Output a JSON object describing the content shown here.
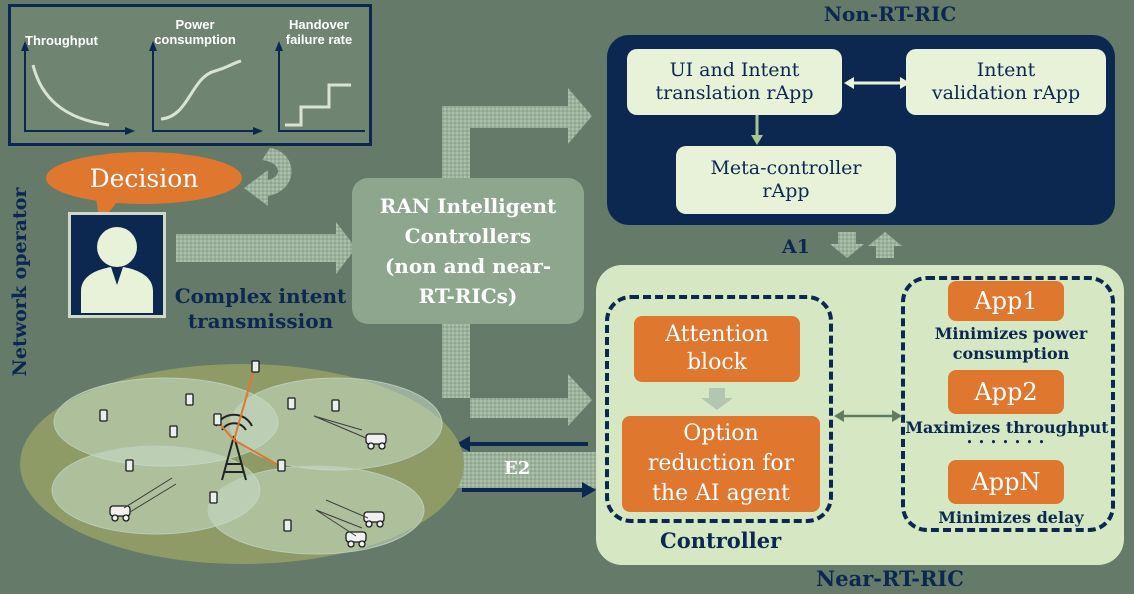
{
  "kpi_panel": {
    "throughput_label": "Throughput",
    "power_label_line1": "Power",
    "power_label_line2": "consumption",
    "handover_label_line1": "Handover",
    "handover_label_line2": "failure rate"
  },
  "operator": {
    "side_label": "Network operator",
    "decision_label": "Decision",
    "intent_line1": "Complex intent",
    "intent_line2": "transmission"
  },
  "ric_box": {
    "line1": "RAN Intelligent",
    "line2": "Controllers",
    "line3": "(non and near-",
    "line4": "RT-RICs)"
  },
  "non_rt_ric": {
    "title": "Non-RT-RIC",
    "ui_intent_line1": "UI and Intent",
    "ui_intent_line2": "translation rApp",
    "validation_line1": "Intent",
    "validation_line2": "validation rApp",
    "meta_line1": "Meta-controller",
    "meta_line2": "rApp"
  },
  "interfaces": {
    "a1_label": "A1",
    "e2_label": "E2"
  },
  "near_rt_ric": {
    "title": "Near-RT-RIC",
    "controller_label": "Controller",
    "attention_line1": "Attention",
    "attention_line2": "block",
    "option_line1": "Option",
    "option_line2": "reduction for",
    "option_line3": "the AI agent",
    "apps": [
      {
        "name": "App1",
        "desc_line1": "Minimizes power",
        "desc_line2": "consumption"
      },
      {
        "name": "App2",
        "desc_line1": "Maximizes throughput",
        "desc_line2": ""
      },
      {
        "name": "AppN",
        "desc_line1": "Minimizes delay",
        "desc_line2": ""
      }
    ],
    "ellipsis": "• • • • • • •"
  },
  "colors": {
    "navy": "#0c2850",
    "orange": "#e0772f",
    "light_green": "#d6e7c3",
    "background": "#657a68"
  }
}
